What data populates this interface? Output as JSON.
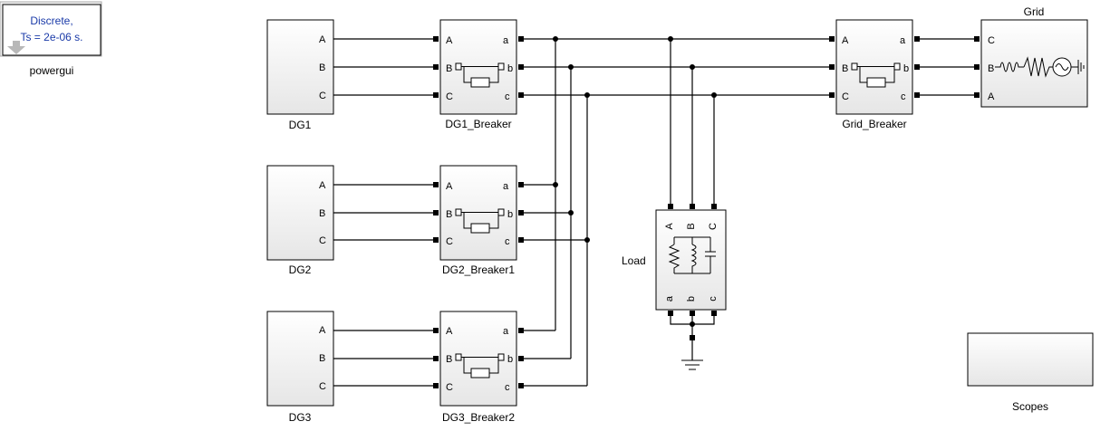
{
  "powergui": {
    "line1": "Discrete,",
    "line2": "Ts = 2e-06 s.",
    "name": "powergui"
  },
  "sources": [
    {
      "name": "DG1",
      "ports": [
        "A",
        "B",
        "C"
      ]
    },
    {
      "name": "DG2",
      "ports": [
        "A",
        "B",
        "C"
      ]
    },
    {
      "name": "DG3",
      "ports": [
        "A",
        "B",
        "C"
      ]
    }
  ],
  "breakers": [
    {
      "name": "DG1_Breaker",
      "in_ports": [
        "A",
        "B",
        "C"
      ],
      "out_ports": [
        "a",
        "b",
        "c"
      ]
    },
    {
      "name": "DG2_Breaker1",
      "in_ports": [
        "A",
        "B",
        "C"
      ],
      "out_ports": [
        "a",
        "b",
        "c"
      ]
    },
    {
      "name": "DG3_Breaker2",
      "in_ports": [
        "A",
        "B",
        "C"
      ],
      "out_ports": [
        "a",
        "b",
        "c"
      ]
    },
    {
      "name": "Grid_Breaker",
      "in_ports": [
        "A",
        "B",
        "C"
      ],
      "out_ports": [
        "a",
        "b",
        "c"
      ]
    }
  ],
  "grid": {
    "name": "Grid",
    "ports": [
      "C",
      "B",
      "A"
    ]
  },
  "load": {
    "name": "Load",
    "top_ports": [
      "A",
      "B",
      "C"
    ],
    "bottom_ports": [
      "a",
      "b",
      "c"
    ]
  },
  "scopes": {
    "name": "Scopes"
  }
}
